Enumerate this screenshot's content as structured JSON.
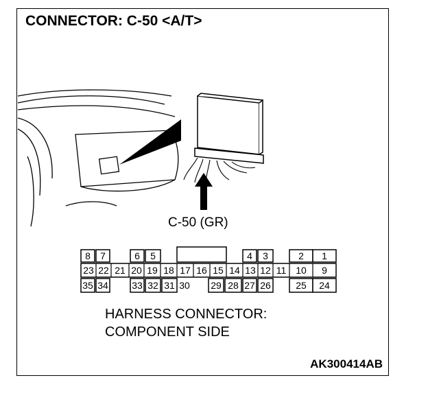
{
  "title": "CONNECTOR: C-50 <A/T>",
  "connector_label": "C-50 (GR)",
  "caption_line1": "HARNESS CONNECTOR:",
  "caption_line2": "COMPONENT SIDE",
  "figure_code": "AK300414AB",
  "pins": {
    "p1": "1",
    "p2": "2",
    "p3": "3",
    "p4": "4",
    "p5": "5",
    "p6": "6",
    "p7": "7",
    "p8": "8",
    "p9": "9",
    "p10": "10",
    "p11": "11",
    "p12": "12",
    "p13": "13",
    "p14": "14",
    "p15": "15",
    "p16": "16",
    "p17": "17",
    "p18": "18",
    "p19": "19",
    "p20": "20",
    "p21": "21",
    "p22": "22",
    "p23": "23",
    "p24": "24",
    "p25": "25",
    "p26": "26",
    "p27": "27",
    "p28": "28",
    "p29": "29",
    "p30": "30",
    "p31": "31",
    "p32": "32",
    "p33": "33",
    "p34": "34",
    "p35": "35"
  }
}
